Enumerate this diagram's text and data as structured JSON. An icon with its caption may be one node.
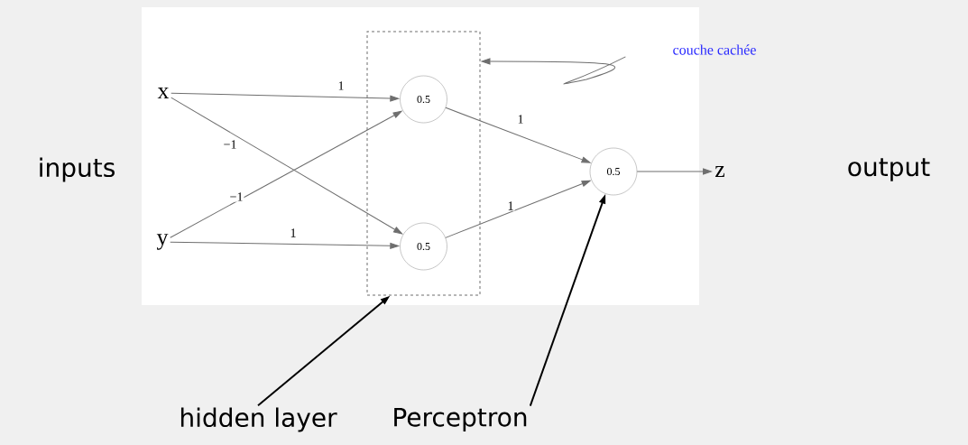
{
  "diagram": {
    "nodes": [
      {
        "text": [
          "x"
        ]
      },
      {
        "text": [
          "y"
        ]
      },
      {
        "text": [],
        "shape": "box"
      },
      {
        "text": [
          "0.5"
        ],
        "in": 2
      },
      {
        "text": [
          "0.5"
        ],
        "in": 2
      },
      {
        "text": [
          "0.5"
        ]
      },
      {
        "text": [
          "z"
        ]
      },
      {
        "text": [
          "couche cachée"
        ]
      },
      {
        "text": [
          "hidden layer"
        ]
      },
      {
        "text": [
          "Perceptron"
        ]
      }
    ],
    "edges": [
      {
        "from": 0,
        "to": 3,
        "arrow": "to",
        "label": "1"
      },
      {
        "from": 0,
        "to": 4,
        "arrow": "to",
        "label": "−1"
      },
      {
        "from": 1,
        "to": 3,
        "arrow": "to",
        "label": "−1"
      },
      {
        "from": 1,
        "to": 4,
        "arrow": "to",
        "label": "1"
      },
      {
        "from": 3,
        "to": 5,
        "arrow": "to",
        "label": "1"
      },
      {
        "from": 4,
        "to": 5,
        "arrow": "to",
        "label": "1"
      },
      {
        "from": 5,
        "to": 6,
        "arrow": "to"
      },
      {
        "from": 7,
        "to": 2,
        "arrow": "to"
      },
      {
        "from": 8,
        "to": 2,
        "arrow": "to",
        "color": "#000000"
      },
      {
        "from": 9,
        "to": 5,
        "arrow": "to",
        "color": "#000000"
      }
    ],
    "labels": [
      "inputs",
      "output"
    ]
  }
}
